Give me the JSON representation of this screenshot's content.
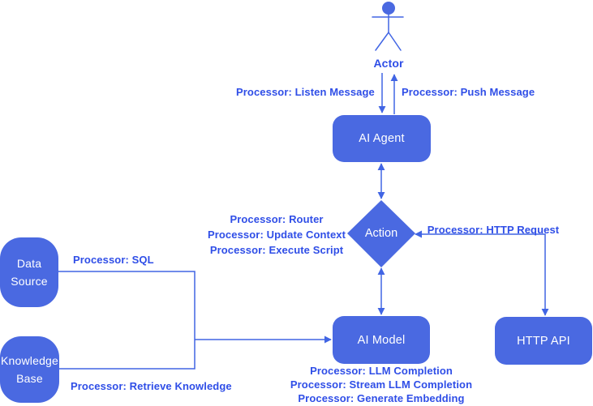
{
  "colors": {
    "node_fill": "#4a69e1",
    "node_text": "#ffffff",
    "edge_line": "#4165e4",
    "edge_label_text": "#2f4ee7",
    "background": "#ffffff"
  },
  "actor": {
    "label": "Actor"
  },
  "nodes": {
    "ai_agent": {
      "label": "AI Agent"
    },
    "action": {
      "label": "Action"
    },
    "ai_model": {
      "label": "AI Model"
    },
    "http_api": {
      "label": "HTTP API"
    },
    "data_source": {
      "line1": "Data",
      "line2": "Source"
    },
    "knowledge_base": {
      "line1": "Knowledge",
      "line2": "Base"
    }
  },
  "edge_labels": {
    "listen_message": "Processor: Listen Message",
    "push_message": "Processor: Push Message",
    "router": "Processor: Router",
    "update_context": "Processor: Update Context",
    "execute_script": "Processor: Execute Script",
    "http_request": "Processor: HTTP Request",
    "sql": "Processor: SQL",
    "retrieve_knowledge": "Processor: Retrieve Knowledge",
    "llm_completion": "Processor: LLM Completion",
    "stream_llm_completion": "Processor: Stream LLM Completion",
    "generate_embedding": "Processor: Generate Embedding"
  }
}
